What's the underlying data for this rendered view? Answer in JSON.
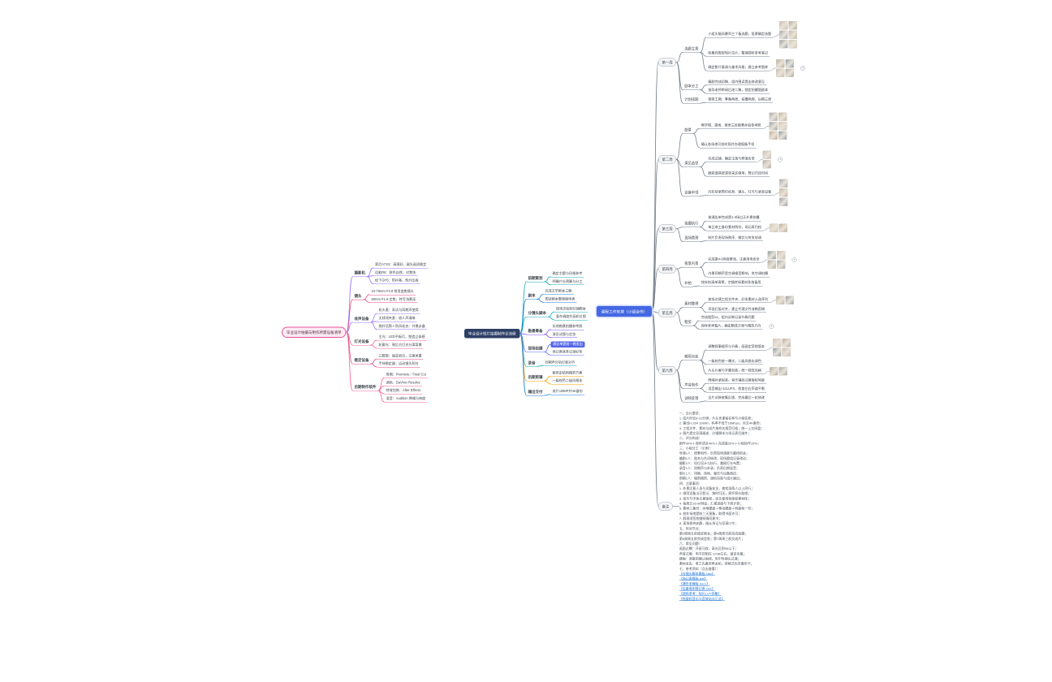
{
  "app": {
    "background": "#ffffff"
  },
  "colors": {
    "edge_gray": "#74808c",
    "link_blue": "#1a6fd4",
    "root_blue": "#4468e2",
    "root_pink": "#e8539a",
    "root_navy": "#2e3f66",
    "thumb_tones": [
      "#cdbfae",
      "#b3aca0",
      "#a9a9ad",
      "#c7b8a1",
      "#9aa0a6",
      "#d6cab6",
      "#bfae96",
      "#8f9aa3"
    ]
  },
  "maps": [
    {
      "id": "equipment",
      "root": {
        "t": "毕业设计拍摄与制作所需设备清单",
        "style": "root1"
      },
      "branches": [
        {
          "t": "摄影机",
          "style": "b",
          "color": "#9775fa",
          "children": [
            {
              "t": "索尼A7S3：高感好，弱光画质稳定"
            },
            {
              "t": "佳能R6：肤色自然，对焦快"
            },
            {
              "t": "松下GH5：防抖强，性价比高"
            }
          ]
        },
        {
          "t": "镜头",
          "style": "b",
          "color": "#e64980",
          "children": [
            {
              "t": "24-70mm F2.8 常用变焦镜头"
            },
            {
              "t": "50mm F1.8 定焦，特写浅景深"
            }
          ]
        },
        {
          "t": "收声设备",
          "style": "b",
          "color": "#9775fa",
          "children": [
            {
              "t": "机头麦：采访与同期声使用"
            },
            {
              "t": "无线领夹麦：收人声清晰"
            },
            {
              "t": "挑杆话筒＋防风毛衣：外景必备"
            }
          ]
        },
        {
          "t": "灯光设备",
          "style": "b",
          "color": "#f06595",
          "children": [
            {
              "t": "主光：LED平板灯，塑造立体感"
            },
            {
              "t": "轮廓光：侧后方打光分离背景"
            }
          ]
        },
        {
          "t": "稳定设备",
          "style": "b",
          "color": "#e64980",
          "children": [
            {
              "t": "三脚架：固定机位，注意承重"
            },
            {
              "t": "手持稳定器：运动镜头防抖"
            }
          ]
        },
        {
          "t": "后期制作软件",
          "style": "b",
          "color": "#f06595",
          "children": [
            {
              "t": "剪辑：Premiere／Final Cut"
            },
            {
              "t": "调色：DaVinci Resolve"
            },
            {
              "t": "特效包装：After Effects"
            },
            {
              "t": "混音：Audition 降噪与响度"
            }
          ]
        }
      ]
    },
    {
      "id": "workflow",
      "root": {
        "t": "毕业设计短片拍摄制作全流程",
        "style": "root2"
      },
      "branches": [
        {
          "t": "前期策划",
          "style": "b",
          "color": "#15aabf",
          "children": [
            {
              "t": "确定主题与风格参考"
            },
            {
              "t": "明确片长预算与分工"
            }
          ]
        },
        {
          "t": "剧本",
          "style": "b",
          "color": "#1c7ed6",
          "children": [
            {
              "t": "完成文学剧本三稿"
            },
            {
              "t": "围读剧本整理顺场表"
            }
          ]
        },
        {
          "t": "分镜头脚本",
          "style": "b",
          "color": "#15aabf",
          "children": [
            {
              "t": "按场次绘制分镜脚本"
            },
            {
              "t": "复杂调度先画机位图"
            }
          ]
        },
        {
          "t": "勘景筹备",
          "style": "b",
          "color": "#7950f2",
          "children": [
            {
              "t": "实地勘景拍摄参考照"
            },
            {
              "t": "演员试镜与定妆"
            }
          ]
        },
        {
          "t": "现场拍摄",
          "style": "b",
          "color": "#5c6cfa",
          "children": [
            {
              "t": "通告单提前一晚发出",
              "style": "sel"
            },
            {
              "t": "场记表逐条记录好条"
            }
          ]
        },
        {
          "t": "录音",
          "style": "b",
          "color": "#15aabf",
          "children": [
            {
              "t": "同期声分轨打板对齐"
            }
          ]
        },
        {
          "t": "后期剪辑",
          "style": "b",
          "color": "#f59f00",
          "children": [
            {
              "t": "粗剪定结构精剪节奏"
            },
            {
              "t": "一级校色二级风格化"
            }
          ]
        },
        {
          "t": "输出交付",
          "style": "b",
          "color": "#1c7ed6",
          "children": [
            {
              "t": "成片1080P并4K备份"
            }
          ]
        }
      ]
    },
    {
      "id": "schedule",
      "color": "#74808c",
      "root": {
        "t": "课程工作安排（小组合作）",
        "style": "root3"
      },
      "branches": [
        {
          "t": "第一周",
          "style": "wk",
          "children": [
            {
              "t": "选题立意",
              "style": "topic",
              "children": [
                {
                  "t": "小组头脑风暴列三个备选题，投票确定选题",
                  "thumbs": {
                    "count": 6,
                    "cols": 2
                  }
                },
                {
                  "t": "收集同类型短片拉片，整理视听参考笔记"
                },
                {
                  "t": "确定影片基调与美术风格，建立参考图库",
                  "thumbs": {
                    "count": 4,
                    "cols": 2
                  },
                  "plus": true
                }
              ]
            },
            {
              "t": "剧本分工",
              "style": "topic",
              "children": [
                {
                  "t": "编剧完成初稿，组内围读提出修改意见"
                },
                {
                  "t": "指导老师审阅后改二稿，锁定拍摄版剧本"
                }
              ]
            },
            {
              "t": "计划排期",
              "style": "topic",
              "children": [
                {
                  "t": "倒排工期：筹备两周、拍摄两周、后期三周"
                }
              ]
            }
          ]
        },
        {
          "t": "第二周",
          "style": "wk",
          "children": [
            {
              "t": "勘景",
              "style": "topic",
              "children": [
                {
                  "t": "教学楼、操场、宿舍三处勘景并拍参考照",
                  "thumbs": {
                    "count": 6,
                    "cols": 2
                  }
                },
                {
                  "t": "确认各场地可拍时段并办理报备手续"
                }
              ]
            },
            {
              "t": "演员造型",
              "style": "topic",
              "children": [
                {
                  "t": "完成试镜，确定主演与群演名单",
                  "thumbs": {
                    "count": 2,
                    "cols": 1
                  },
                  "plus": true
                },
                {
                  "t": "服装道具按清单采买借用，登记归还时间"
                }
              ]
            },
            {
              "t": "设备申领",
              "style": "topic",
              "children": [
                {
                  "t": "向实验室预约机身、镜头、灯光与录音设备",
                  "thumbs": {
                    "count": 3,
                    "cols": 1
                  }
                }
              ]
            }
          ]
        },
        {
          "t": "第三周",
          "style": "wk",
          "children": [
            {
              "t": "拍摄执行",
              "style": "topic",
              "children": [
                {
                  "t": "按通告单完成第1-3场白天外景拍摄"
                },
                {
                  "t": "每日收工备份素材两份，场记表归档",
                  "thumbs": {
                    "count": 2,
                    "cols": 2
                  }
                }
              ]
            },
            {
              "t": "现场管理",
              "style": "topic",
              "children": [
                {
                  "t": "制片负责现场秩序、餐饮与突发协调"
                }
              ]
            }
          ]
        },
        {
          "t": "第四周",
          "style": "wk",
          "children": [
            {
              "t": "夜景内景",
              "style": "topic",
              "children": [
                {
                  "t": "完成第4-6场夜景戏，注意用电安全",
                  "thumbs": {
                    "count": 4,
                    "cols": 2
                  },
                  "plus": true
                },
                {
                  "t": "内景同期声受空调噪音影响，关空调拍摄"
                }
              ]
            },
            {
              "t": "补拍",
              "style": "topic",
              "children": [
                {
                  "t": "按补拍清单清零，空镜转场素材多拍备用"
                }
              ]
            }
          ]
        },
        {
          "t": "第五周",
          "style": "wk",
          "children": [
            {
              "t": "素材整理",
              "style": "topic",
              "children": [
                {
                  "t": "按场次建工程文件夹，好条素材入选序列",
                  "thumbs": {
                    "count": 2,
                    "cols": 2
                  }
                },
                {
                  "t": "声画打板对齐，建立代理文件流畅剪辑"
                }
              ]
            },
            {
              "t": "粗剪",
              "style": "topic",
              "children": [
                {
                  "t": "完成粗剪v1，组内试映记录节奏问题"
                },
                {
                  "t": "指导老师看片，确定删改方案与精剪方向",
                  "plus": true
                }
              ]
            }
          ]
        },
        {
          "t": "第六周",
          "style": "wk",
          "children": [
            {
              "t": "精剪包装",
              "style": "topic",
              "children": [
                {
                  "t": "调整叙事顺序与节奏，画面定剪锁版本",
                  "thumbs": {
                    "count": 4,
                    "cols": 2
                  }
                },
                {
                  "t": "一级校色统一曝光，二级风格化调色"
                },
                {
                  "t": "片头片尾与字幕包装，统一视觉风格",
                  "thumbs": {
                    "count": 2,
                    "cols": 2
                  }
                }
              ]
            },
            {
              "t": "声音制作",
              "style": "topic",
              "children": [
                {
                  "t": "降噪补录拟音，音乐铺底注意版权响度"
                },
                {
                  "t": "混音输出-14LUFS，检查左右声道平衡"
                }
              ]
            },
            {
              "t": "试映反馈",
              "style": "topic",
              "children": [
                {
                  "t": "全片试映收集反馈，完成最后一轮修改"
                }
              ]
            }
          ]
        },
        {
          "t": "备注",
          "style": "wk",
          "children": [
            {
              "style": "note",
              "lines": [
                {
                  "t": "一、交片要求："
                },
                {
                  "t": "1. 成片时长8-12分钟，片头含课程名称与小组信息；"
                },
                {
                  "t": "2. 输出H.264 1080P，码率不低于16Mbps，另交4K备份；"
                },
                {
                  "t": "3. 工程文件、素材与成片按命名规范归档，统一上交网盘；"
                },
                {
                  "t": "4. 随片提交导演阐述、分镜脚本与场记表扫描件；"
                },
                {
                  "t": "二、评分构成："
                },
                {
                  "t": "剧作30%＋视听语言40%＋完成度20%＋小组协作10%；"
                },
                {
                  "t": "三、小组分工（示例）："
                },
                {
                  "t": "导演1人：统筹创作，负责现场调度与最终把关；"
                },
                {
                  "t": "编剧1人：剧本与台词修改，现场跟组记录改动；"
                },
                {
                  "t": "摄影2人：机位设计与执行，兼顾灯光布置；"
                },
                {
                  "t": "录音1人：同期声与补录，负责后期混音；"
                },
                {
                  "t": "制片1人：排期、场地、餐饮与设备借还；"
                },
                {
                  "t": "剪辑1人：粗剪精剪、调色包装与成片输出；"
                },
                {
                  "t": "四、注意事项："
                },
                {
                  "t": "1. 外景注意人身与设备安全，夜戏须两人以上同行；"
                },
                {
                  "t": "2. 借用设备当日登记、按时归还，损坏照价赔偿；"
                },
                {
                  "t": "3. 音乐与字体注意版权，优先使用免版权素材库；"
                },
                {
                  "t": "4. 每周五16:00例会，汇报进度与下周计划；"
                },
                {
                  "t": "5. 素材三备份：本地硬盘＋移动硬盘＋网盘各一份；"
                },
                {
                  "t": "6. 校外场地提前三天报备，取得书面许可；"
                },
                {
                  "t": "7. 群演须签拍摄知情同意书；"
                },
                {
                  "t": "8. 现场保持安静，服从场记与导演口令；"
                },
                {
                  "t": "五、时间节点："
                },
                {
                  "t": "第2周周五前锁定剧本；第4周周日前完成拍摄；"
                },
                {
                  "t": "第6周周五前完成定剪；第7周周三前交成片；"
                },
                {
                  "t": "六、常见问题："
                },
                {
                  "t": "画面过曝：开斑马纹，高光压到95以下；"
                },
                {
                  "t": "声音过载：电平控制在-12dB左右，留足余量；"
                },
                {
                  "t": "跳轴：调度前确认轴线，用中性镜头过渡；"
                },
                {
                  "t": "素材丢失：收工先备份再关机，禁格式化未备份卡；"
                },
                {
                  "t": "七、参考资料（点击查看）："
                },
                {
                  "t": "《分镜头脚本模板.xlsx》",
                  "link": true
                },
                {
                  "t": "《场记表模板.pdf》",
                  "link": true
                },
                {
                  "t": "《通告单模板.docx》",
                  "link": true
                },
                {
                  "t": "《设备借用登记表.xlsx》",
                  "link": true
                },
                {
                  "t": "《调色参考：短片LUT合集》",
                  "link": true
                },
                {
                  "t": "《免版权音乐与音效站点汇总》",
                  "link": true
                }
              ]
            }
          ]
        }
      ]
    }
  ]
}
